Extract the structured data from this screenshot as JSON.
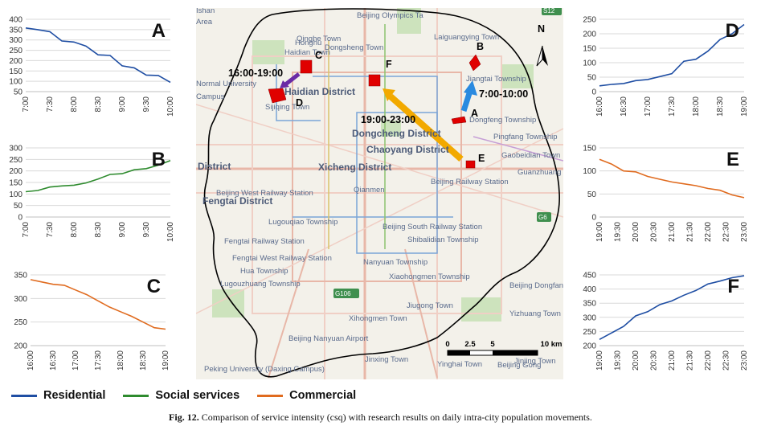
{
  "colors": {
    "Residential": "#1f4ea3",
    "Social services": "#2e8b2e",
    "Commercial": "#e06b1f"
  },
  "chart_data": [
    {
      "type": "line",
      "panel": "A",
      "series": [
        {
          "name": "Residential",
          "x": [
            "7:00",
            "7:15",
            "7:30",
            "7:45",
            "8:00",
            "8:15",
            "8:30",
            "8:45",
            "9:00",
            "9:15",
            "9:30",
            "9:45",
            "10:00"
          ],
          "values": [
            358,
            350,
            340,
            295,
            290,
            270,
            228,
            225,
            175,
            165,
            130,
            128,
            95
          ]
        }
      ],
      "xticks": [
        "7:00",
        "7:30",
        "8:00",
        "8:30",
        "9:00",
        "9:30",
        "10:00"
      ],
      "yticks": [
        "400",
        "350",
        "300",
        "250",
        "200",
        "150",
        "100",
        "50"
      ],
      "ylim": [
        50,
        400
      ],
      "grid": true
    },
    {
      "type": "line",
      "panel": "B",
      "series": [
        {
          "name": "Social services",
          "x": [
            "7:00",
            "7:15",
            "7:30",
            "7:45",
            "8:00",
            "8:15",
            "8:30",
            "8:45",
            "9:00",
            "9:15",
            "9:30",
            "9:45",
            "10:00"
          ],
          "values": [
            110,
            115,
            130,
            135,
            138,
            148,
            165,
            185,
            188,
            205,
            210,
            225,
            245
          ]
        }
      ],
      "xticks": [
        "7:00",
        "7:30",
        "8:00",
        "8:30",
        "9:00",
        "9:30",
        "10:00"
      ],
      "yticks": [
        "300",
        "250",
        "200",
        "150",
        "100",
        "50",
        "0"
      ],
      "ylim": [
        0,
        300
      ],
      "grid": true
    },
    {
      "type": "line",
      "panel": "C",
      "series": [
        {
          "name": "Commercial",
          "x": [
            "16:00",
            "16:15",
            "16:30",
            "16:45",
            "17:00",
            "17:15",
            "17:30",
            "17:45",
            "18:00",
            "18:15",
            "18:30",
            "18:45",
            "19:00"
          ],
          "values": [
            340,
            335,
            330,
            328,
            318,
            308,
            295,
            282,
            272,
            262,
            250,
            238,
            235
          ]
        }
      ],
      "xticks": [
        "16:00",
        "16:30",
        "17:00",
        "17:30",
        "18:00",
        "18:30",
        "19:00"
      ],
      "yticks": [
        "350",
        "300",
        "250",
        "200"
      ],
      "ylim": [
        200,
        350
      ],
      "grid": true
    },
    {
      "type": "line",
      "panel": "D",
      "series": [
        {
          "name": "Residential",
          "x": [
            "16:00",
            "16:15",
            "16:30",
            "16:45",
            "17:00",
            "17:15",
            "17:30",
            "17:45",
            "18:00",
            "18:15",
            "18:30",
            "18:45",
            "19:00"
          ],
          "values": [
            20,
            25,
            28,
            38,
            42,
            52,
            62,
            105,
            112,
            140,
            180,
            200,
            232
          ]
        }
      ],
      "xticks": [
        "16:00",
        "16:30",
        "17:00",
        "17:30",
        "18:00",
        "18:30",
        "19:00"
      ],
      "yticks": [
        "250",
        "200",
        "150",
        "100",
        "50",
        "0"
      ],
      "ylim": [
        0,
        250
      ],
      "grid": true
    },
    {
      "type": "line",
      "panel": "E",
      "series": [
        {
          "name": "Commercial",
          "x": [
            "19:00",
            "19:20",
            "19:40",
            "20:00",
            "20:20",
            "20:40",
            "21:00",
            "21:20",
            "21:40",
            "22:00",
            "22:20",
            "22:40",
            "23:00"
          ],
          "values": [
            125,
            115,
            100,
            98,
            88,
            82,
            76,
            72,
            68,
            62,
            58,
            48,
            42
          ]
        }
      ],
      "xticks": [
        "19:00",
        "19:30",
        "20:00",
        "20:30",
        "21:00",
        "21:30",
        "22:00",
        "22:30",
        "23:00"
      ],
      "yticks": [
        "150",
        "100",
        "50",
        "0"
      ],
      "ylim": [
        0,
        150
      ],
      "grid": true
    },
    {
      "type": "line",
      "panel": "F",
      "series": [
        {
          "name": "Residential",
          "x": [
            "19:00",
            "19:20",
            "19:40",
            "20:00",
            "20:20",
            "20:40",
            "21:00",
            "21:20",
            "21:40",
            "22:00",
            "22:20",
            "22:40",
            "23:00"
          ],
          "values": [
            222,
            245,
            268,
            305,
            320,
            345,
            358,
            378,
            395,
            418,
            428,
            440,
            447
          ]
        }
      ],
      "xticks": [
        "19:00",
        "19:30",
        "20:00",
        "20:30",
        "21:00",
        "21:30",
        "22:00",
        "22:30",
        "23:00"
      ],
      "yticks": [
        "450",
        "400",
        "350",
        "300",
        "250",
        "200"
      ],
      "ylim": [
        200,
        450
      ],
      "grid": true
    }
  ],
  "map": {
    "districts": [
      "Haidian District",
      "Dongcheng District",
      "Chaoyang District",
      "Xicheng District",
      "Fengtai District",
      "District"
    ],
    "places": [
      "Beijing Olympics Ta",
      "Dongsheng Town",
      "Qinghe Town",
      "Laiguangying Town",
      "Jiangtai Township",
      "Dongfeng Township",
      "Pingfang Township",
      "Gaobeidian Town",
      "Guanzhuang",
      "Beijing Railway Station",
      "Qianmen",
      "Beijing West Railway Station",
      "Lugouqiao Township",
      "Beijing South Railway Station",
      "Shibalidian Township",
      "Fengtai Railway Station",
      "Fengtai West Railway Station",
      "Hua Township",
      "Lugouzhuang Township",
      "Nanyuan Township",
      "Xiaohongmen Township",
      "Jiugong Town",
      "Beijing Dongfang",
      "Xihongmen Town",
      "Yizhuang Town",
      "Beijing Nanyuan Airport",
      "Peking University (Daxing Campus)",
      "Jinxing Town",
      "Yinghai Town",
      "Jinjing Town",
      "Sijiqing Town",
      "Haidian Town",
      "Normal University",
      "Campus",
      "Honghu",
      "Ishan",
      "Area",
      "Beijing Gong"
    ],
    "zones": [
      "A",
      "B",
      "C",
      "D",
      "E",
      "F"
    ],
    "times": [
      "16:00-19:00",
      "7:00-10:00",
      "19:00-23:00"
    ],
    "north": "N",
    "scale": [
      "0",
      "2.5",
      "5",
      "10 km"
    ],
    "road_badges": [
      "G6",
      "G106",
      "S12"
    ]
  },
  "legend": [
    "Residential",
    "Social services",
    "Commercial"
  ],
  "caption": {
    "label": "Fig. 12.",
    "text": "Comparison of service intensity (csq) with research results on daily intra-city population movements."
  }
}
